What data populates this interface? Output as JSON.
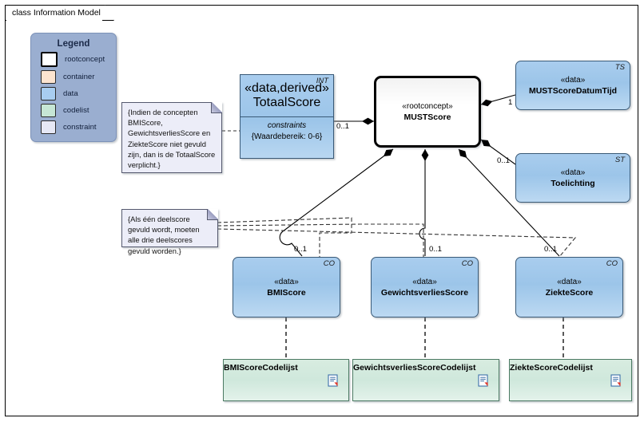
{
  "diagram": {
    "tab_label": "class Information Model",
    "legend": {
      "title": "Legend",
      "items": [
        {
          "label": "rootconcept",
          "color": "#ffffff",
          "kind": "root"
        },
        {
          "label": "container",
          "color": "#fce4d0",
          "kind": "fill"
        },
        {
          "label": "data",
          "color": "#a8cdf0",
          "kind": "fill"
        },
        {
          "label": "codelist",
          "color": "#c6e6d5",
          "kind": "fill"
        },
        {
          "label": "constraint",
          "color": "#e6e8f5",
          "kind": "fill"
        }
      ]
    },
    "notes": [
      {
        "id": "note-totaalscore",
        "text": "{Indien de concepten BMIScore, GewichtsverliesScore en ZiekteScore niet gevuld zijn, dan is de TotaalScore verplicht.}"
      },
      {
        "id": "note-deelscores",
        "text": "{Als één deelscore gevuld wordt, moeten alle drie deelscores gevuld worden.}"
      }
    ],
    "classes": [
      {
        "id": "totaalscore",
        "stereotype": "«data,derived»",
        "name": "TotaalScore",
        "tag": "INT",
        "compartment_header": "constraints",
        "compartment_text": "{Waardebereik: 0-6}"
      },
      {
        "id": "mustscore",
        "stereotype": "«rootconcept»",
        "name": "MUSTScore",
        "tag": ""
      },
      {
        "id": "mustscoredatumtijd",
        "stereotype": "«data»",
        "name": "MUSTScoreDatumTijd",
        "tag": "TS"
      },
      {
        "id": "toelichting",
        "stereotype": "«data»",
        "name": "Toelichting",
        "tag": "ST"
      },
      {
        "id": "bmiscore",
        "stereotype": "«data»",
        "name": "BMIScore",
        "tag": "CO"
      },
      {
        "id": "gewichtsverliesscore",
        "stereotype": "«data»",
        "name": "GewichtsverliesScore",
        "tag": "CO"
      },
      {
        "id": "ziektescore",
        "stereotype": "«data»",
        "name": "ZiekteScore",
        "tag": "CO"
      }
    ],
    "codelists": [
      {
        "id": "bmiscorecodelijst",
        "name": "BMIScoreCodelijst"
      },
      {
        "id": "gewichtsverliesscorecodelijst",
        "name": "GewichtsverliesScoreCodelijst"
      },
      {
        "id": "ziektescorecodelijst",
        "name": "ZiekteScoreCodelijst"
      }
    ],
    "multiplicities": [
      {
        "id": "mult-totaalscore",
        "value": "0..1"
      },
      {
        "id": "mult-datumtijd",
        "value": "1"
      },
      {
        "id": "mult-toelichting",
        "value": "0..1"
      },
      {
        "id": "mult-bmiscore",
        "value": "0..1"
      },
      {
        "id": "mult-gewichtsverliesscore",
        "value": "0..1"
      },
      {
        "id": "mult-ziektescore",
        "value": "0..1"
      }
    ],
    "colors": {
      "data_fill": "#9cc5e9",
      "codelist_fill": "#cfe8dc",
      "constraint_fill": "#ecedf8",
      "legend_fill": "#9aaed0",
      "root_fill": "#ffffff",
      "line": "#000000"
    }
  }
}
